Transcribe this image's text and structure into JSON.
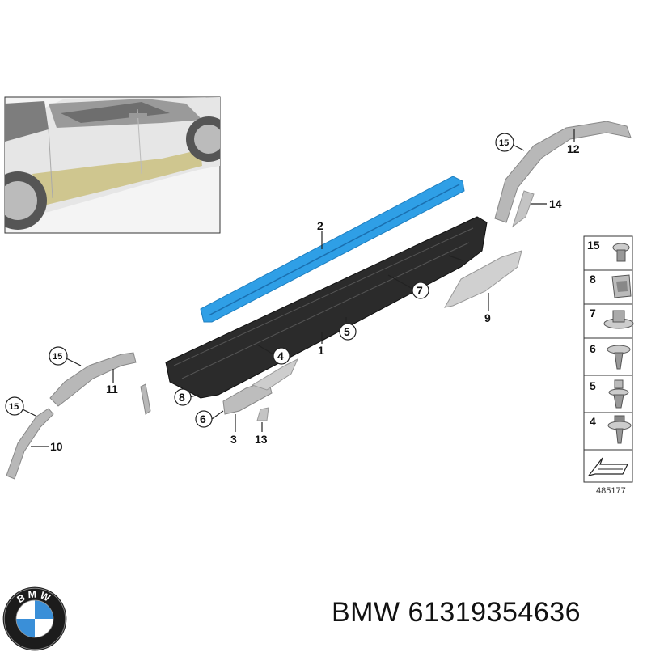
{
  "callouts": [
    {
      "label": "1"
    },
    {
      "label": "2"
    },
    {
      "label": "3"
    },
    {
      "label": "4"
    },
    {
      "label": "5"
    },
    {
      "label": "6"
    },
    {
      "label": "7"
    },
    {
      "label": "8"
    },
    {
      "label": "9"
    },
    {
      "label": "10"
    },
    {
      "label": "11"
    },
    {
      "label": "12"
    },
    {
      "label": "13"
    },
    {
      "label": "14"
    },
    {
      "label": "15"
    }
  ],
  "legend": [
    "15",
    "8",
    "7",
    "6",
    "5",
    "4"
  ],
  "diagram_number": "485177",
  "brand": "BMW",
  "part_number": "61319354636",
  "logo_letters": "BMW",
  "colors": {
    "highlight_part": "#2f9fe6",
    "dark_part": "#2b2b2b",
    "trim_gray": "#b8b8b8",
    "logo_blue": "#3a8fd8"
  }
}
